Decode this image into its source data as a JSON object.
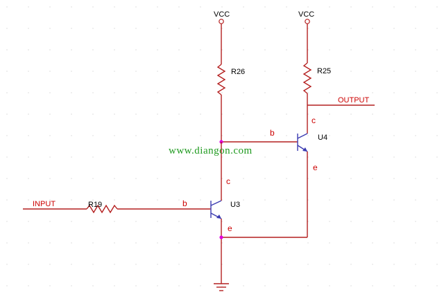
{
  "power": {
    "left": "VCC",
    "right": "VCC"
  },
  "resistors": {
    "r26": "R26",
    "r25": "R25",
    "r19": "R19"
  },
  "transistors": {
    "u3": "U3",
    "u4": "U4"
  },
  "pins": {
    "u3_base": "b",
    "u3_collector": "c",
    "u3_emitter": "e",
    "u4_base": "b",
    "u4_collector": "c",
    "u4_emitter": "e"
  },
  "nets": {
    "input": "INPUT",
    "output": "OUTPUT"
  },
  "watermark": "www.diangon.com",
  "colors": {
    "wire": "#b41e1e",
    "transistor": "#3a3ab0",
    "junction": "#e000e0",
    "watermark": "#1f9a1f",
    "label": "#cc0000"
  }
}
